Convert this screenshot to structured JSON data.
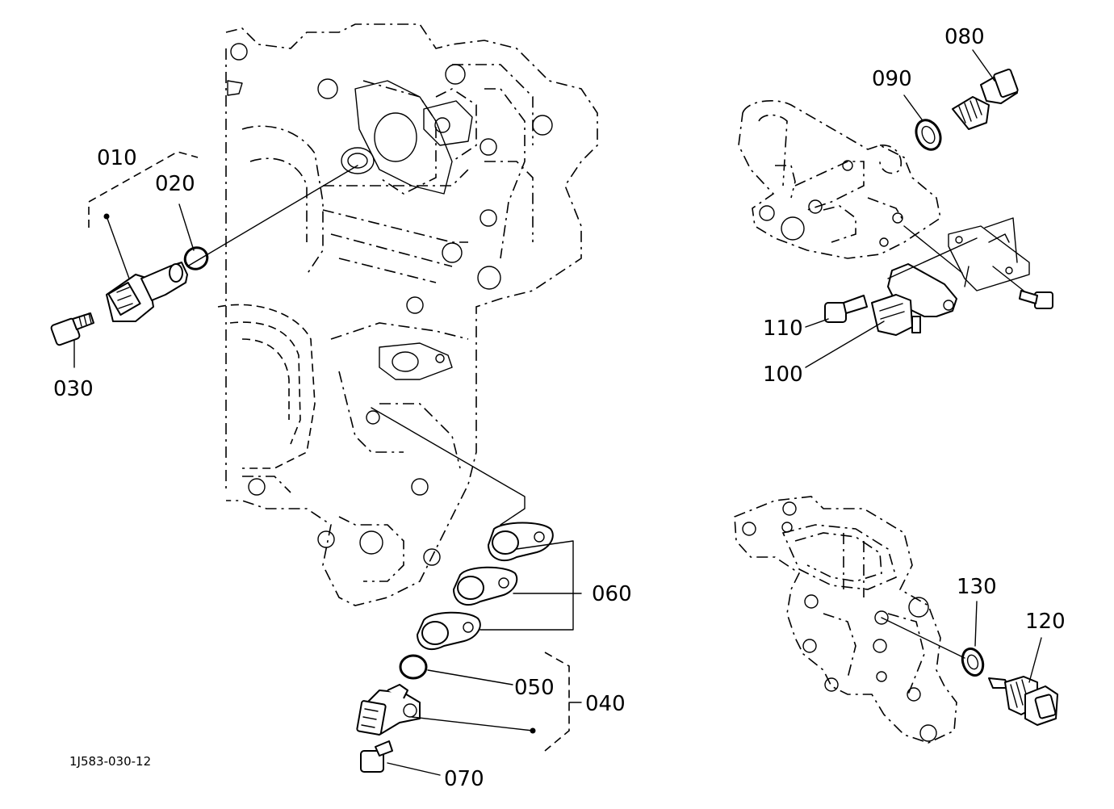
{
  "drawing_code": "1J583-030-12",
  "callouts": {
    "p010": "010",
    "p020": "020",
    "p030": "030",
    "p040": "040",
    "p050": "050",
    "p060": "060",
    "p070": "070",
    "p080": "080",
    "p090": "090",
    "p100": "100",
    "p110": "110",
    "p120": "120",
    "p130": "130"
  }
}
